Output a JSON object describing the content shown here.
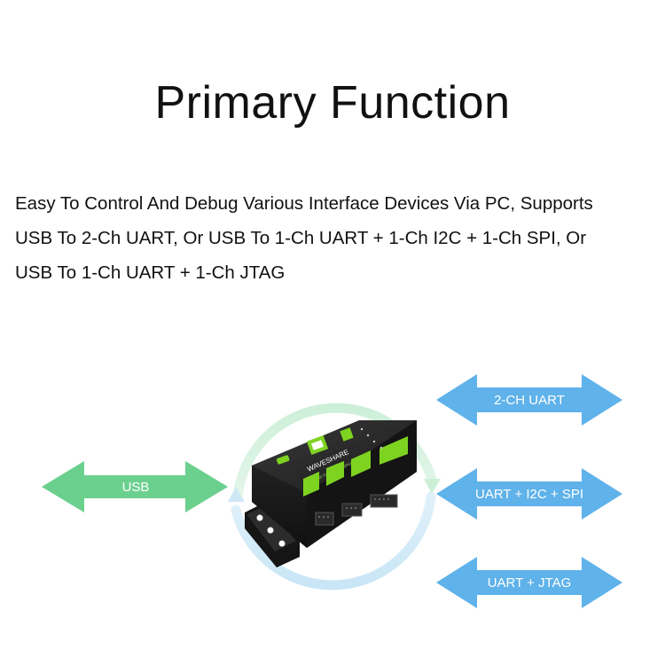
{
  "title": "Primary Function",
  "description": {
    "lines": [
      "Easy To Control And Debug Various Interface Devices Via PC, Supports",
      "USB To 2-Ch UART, Or USB To 1-Ch UART + 1-Ch I2C + 1-Ch SPI, Or",
      "USB To 1-Ch UART + 1-Ch JTAG"
    ]
  },
  "diagram": {
    "input_arrow": {
      "label": "USB",
      "color": "#6bd08e"
    },
    "output_arrows": [
      {
        "label": "2-CH UART",
        "color": "#5fb2ea"
      },
      {
        "label": "UART + I2C + SPI",
        "color": "#5fb2ea"
      },
      {
        "label": "UART + JTAG",
        "color": "#5fb2ea"
      }
    ],
    "device": {
      "brand": "WAVESHARE",
      "model": "USB TO UART/I2C/SPI/JTAG",
      "body_color": "#1e1e1e",
      "accent_color": "#7ed321"
    },
    "cycle_ring": {
      "top_color": "#d6f3df",
      "bottom_color": "#d3ebf8"
    }
  }
}
